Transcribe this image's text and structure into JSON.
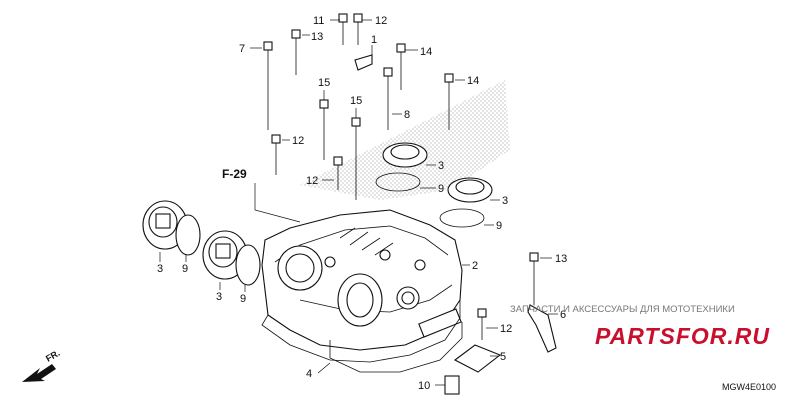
{
  "callouts": [
    "1",
    "2",
    "3",
    "4",
    "5",
    "6",
    "7",
    "8",
    "9",
    "10",
    "11",
    "12",
    "13",
    "14",
    "15"
  ],
  "labels": {
    "ref_section": "F-29",
    "front_arrow": "FR.",
    "diagram_code": "MGW4E0100"
  },
  "watermark": {
    "caption": "ЗАПЧАСТИ И АКСЕССУАРЫ ДЛЯ МОТОТЕХНИКИ",
    "logo": "PARTSFOR.RU",
    "logo_color": "#c8102e"
  },
  "colors": {
    "line": "#111111",
    "shade": "#bbbbbb"
  }
}
